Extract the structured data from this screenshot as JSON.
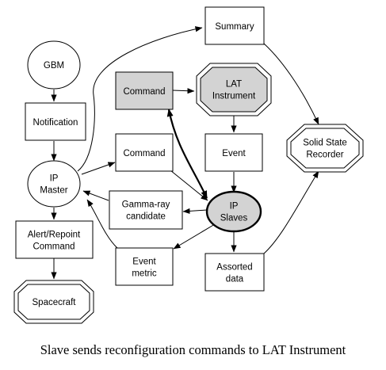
{
  "caption": "Slave sends reconfiguration commands to LAT Instrument",
  "colors": {
    "highlight_fill": "#d3d3d3",
    "stroke": "#000000",
    "background": "#ffffff"
  },
  "nodes": {
    "summary": {
      "lines": [
        "Summary"
      ]
    },
    "gbm": {
      "lines": [
        "GBM"
      ]
    },
    "command_top": {
      "lines": [
        "Command"
      ]
    },
    "lat": {
      "lines": [
        "LAT",
        "Instrument"
      ]
    },
    "notification": {
      "lines": [
        "Notification"
      ]
    },
    "solid_state": {
      "lines": [
        "Solid State",
        "Recorder"
      ]
    },
    "command_mid": {
      "lines": [
        "Command"
      ]
    },
    "event": {
      "lines": [
        "Event"
      ]
    },
    "ip_master": {
      "lines": [
        "IP",
        "Master"
      ]
    },
    "gamma": {
      "lines": [
        "Gamma-ray",
        "candidate"
      ]
    },
    "ip_slaves": {
      "lines": [
        "IP",
        "Slaves"
      ]
    },
    "alert": {
      "lines": [
        "Alert/Repoint",
        "Command"
      ]
    },
    "event_metric": {
      "lines": [
        "Event",
        "metric"
      ]
    },
    "assorted": {
      "lines": [
        "Assorted",
        "data"
      ]
    },
    "spacecraft": {
      "lines": [
        "Spacecraft"
      ]
    }
  }
}
